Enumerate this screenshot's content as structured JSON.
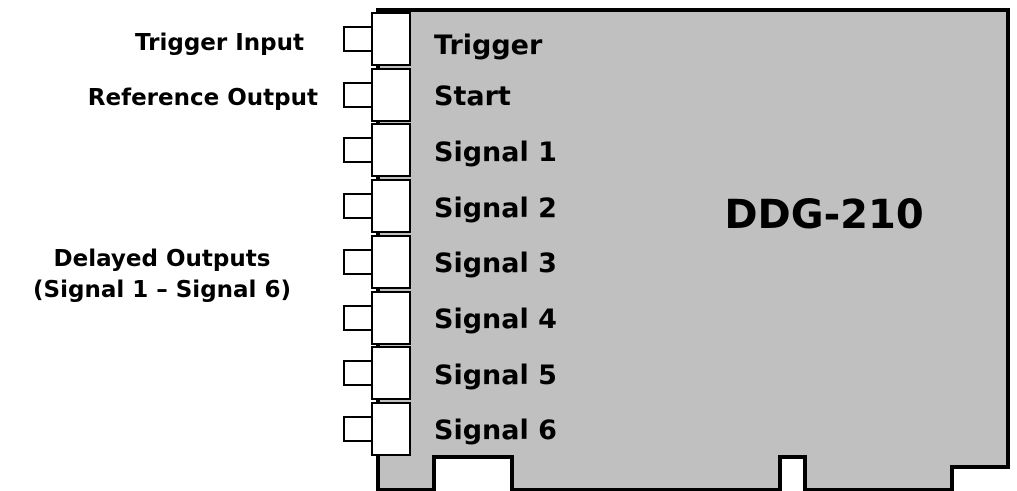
{
  "board": {
    "name": "DDG-210",
    "colors": {
      "board_fill": "#c0c0c0",
      "outline": "#000000",
      "connector_fill": "#ffffff",
      "background": "#ffffff"
    }
  },
  "ports": [
    {
      "label": "Trigger"
    },
    {
      "label": "Start"
    },
    {
      "label": "Signal 1"
    },
    {
      "label": "Signal 2"
    },
    {
      "label": "Signal 3"
    },
    {
      "label": "Signal 4"
    },
    {
      "label": "Signal 5"
    },
    {
      "label": "Signal 6"
    }
  ],
  "side_labels": {
    "trigger_input": "Trigger Input",
    "reference_output": "Reference Output",
    "delayed_outputs_line1": "Delayed Outputs",
    "delayed_outputs_line2": "(Signal 1 – Signal 6)"
  }
}
